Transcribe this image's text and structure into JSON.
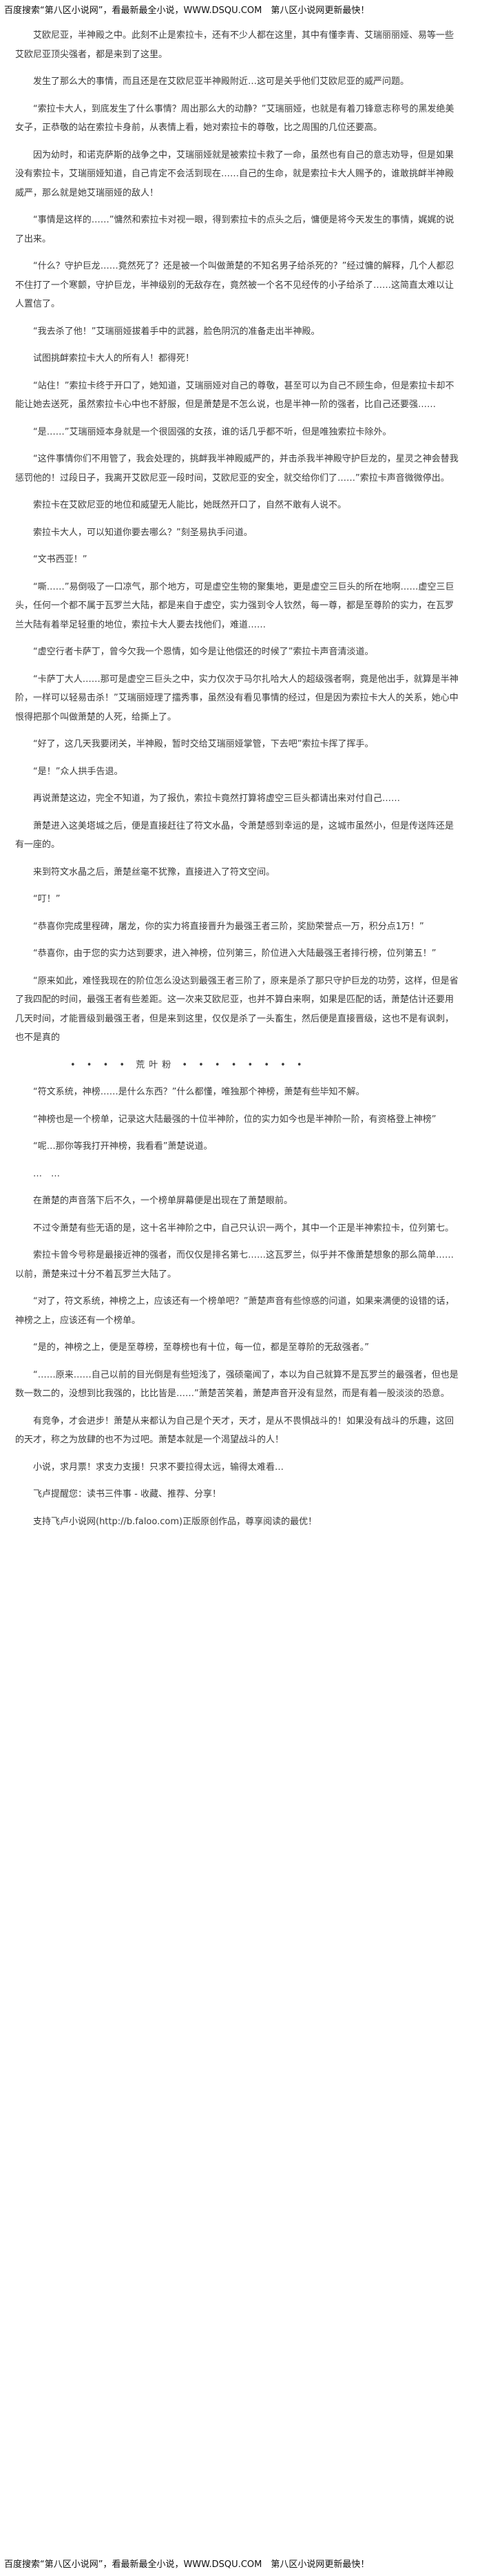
{
  "header": {
    "promo": "百度搜索“第八区小说网”，看最新最全小说，WWW.DSQU.COM　第八区小说网更新最快！"
  },
  "chapter": {
    "paragraphs": [
      "艾欧尼亚，半神殿之中。此刻不止是索拉卡，还有不少人都在这里，其中有懂李青、艾瑞丽丽娅、易等一些艾欧尼亚顶尖强者，都是来到了这里。",
      "发生了那么大的事情，而且还是在艾欧尼亚半神殿附近…这可是关乎他们艾欧尼亚的威严问题。",
      "“索拉卡大人，到底发生了什么事情？周出那么大的动静？”艾瑞丽娅，也就是有着刀锋意志称号的黑发绝美女子，正恭敬的站在索拉卡身前，从表情上看，她对索拉卡的尊敬，比之周围的几位还要高。",
      "因为幼时，和诺克萨斯的战争之中，艾瑞丽娅就是被索拉卡救了一命，虽然也有自己的意志劝导，但是如果没有索拉卡，艾瑞丽娅知道，自己肯定不会活到现在……自己的生命，就是索拉卡大人赐予的，谁敢挑衅半神殿威严，那么就是她艾瑞丽娅的敌人！",
      "“事情是这样的……”慵然和索拉卡对视一眼，得到索拉卡的点头之后，慵便是将今天发生的事情，娓娓的说了出来。",
      "“什么？守护巨龙……竟然死了？还是被一个叫做萧楚的不知名男子给杀死的？”经过慵的解释，几个人都忍不住打了一个寒颤，守护巨龙，半神级别的无敌存在，竟然被一个名不见经传的小子给杀了……这简直太难以让人置信了。",
      "“我去杀了他！”艾瑞丽娅拔着手中的武器，脸色阴沉的准备走出半神殿。",
      "试图挑衅索拉卡大人的所有人！都得死！",
      "“站住！”索拉卡终于开口了，她知道，艾瑞丽娅对自己的尊敬，甚至可以为自己不顾生命，但是索拉卡却不能让她去送死，虽然索拉卡心中也不舒服，但是萧楚是不怎么说，也是半神一阶的强者，比自己还要强……",
      "“是……”艾瑞丽娅本身就是一个很固强的女孩，谁的话几乎都不听，但是唯独索拉卡除外。",
      "“这件事情你们不用管了，我会处理的，挑衅我半神殿威严的，并击杀我半神殿守护巨龙的，星灵之神会替我惩罚他的！过段日子，我离开艾欧尼亚一段时间，艾欧尼亚的安全，就交给你们了……”索拉卡声音微微停出。",
      "索拉卡在艾欧尼亚的地位和威望无人能比，她既然开口了，自然不敢有人说不。",
      "索拉卡大人，可以知道你要去哪么？”刻圣易执手问道。",
      "“文书西亚！”",
      "“嘶……”易倒吸了一口凉气，那个地方，可是虚空生物的聚集地，更是虚空三巨头的所在地啊……虚空三巨头，任何一个都不属于瓦罗兰大陆，都是来自于虚空，实力强到令人钦然，每一尊，都是至尊阶的实力，在瓦罗兰大陆有着举足轻重的地位，索拉卡大人要去找他们，难道……",
      "“虚空行者卡萨丁，曾今欠我一个恩情，如今是让他偿还的时候了”索拉卡声音清淡道。",
      "“卡萨丁大人……那可是虚空三巨头之中，实力仅次于马尔扎哈大人的超级强者啊，竟是他出手，就算是半神阶，一样可以轻易击杀！”艾瑞丽娅理了擂秀事，虽然没有看见事情的经过，但是因为索拉卡大人的关系，她心中恨得把那个叫做萧楚的人死，给撕上了。",
      "“好了，这几天我要闭关，半神殿，暂时交给艾瑞丽娅掌管，下去吧”索拉卡挥了挥手。",
      "“是！”众人拱手告退。",
      "再说萧楚这边，完全不知道，为了报仇，索拉卡竟然打算将虚空三巨头都请出来对付自己……",
      "萧楚进入这美塔城之后，便是直接赶往了符文水晶，令萧楚感到幸运的是，这城市虽然小，但是传送阵还是有一座的。",
      "来到符文水晶之后，萧楚丝毫不犹豫，直接进入了符文空间。",
      "“叮！”",
      "“恭喜你完成里程碑，屠龙，你的实力将直接晋升为最强王者三阶，奖励荣誉点一万，积分点1万！”",
      "“恭喜你，由于您的实力达到要求，进入神榜，位列第三，阶位进入大陆最强王者排行榜，位列第五！”",
      "“原来如此，难怪我现在的阶位怎么没达到最强王者三阶了，原来是杀了那只守护巨龙的功劳，这样，但是省了我四配的时间，最强王者有些差距。这一次来艾欧尼亚，也并不算白来啊，如果是匹配的话，萧楚估计还要用几天时间，才能晋级到最强王者，但是来到这里，仅仅是杀了一头畜生，然后便是直接晋级，这也不是有讽刺，也不是真的",
      "• • • • 荒叶粉 • • • • • • • •",
      "“符文系统，神榜……是什么东西？”什么都懂，唯独那个神榜，萧楚有些毕知不解。",
      "“神榜也是一个榜单，记录这大陆最强的十位半神阶，位的实力如今也是半神阶一阶，有资格登上神榜”",
      "“呢…那你等我打开神榜，我看看”萧楚说道。",
      "…　…",
      "在萧楚的声音落下后不久，一个榜单屏幕便是出现在了萧楚眼前。",
      "不过令萧楚有些无语的是，这十名半神阶之中，自己只认识一两个，其中一个正是半神索拉卡，位列第七。",
      "索拉卡曾今号称是最接近神的强者，而仅仅是排名第七……这瓦罗兰，似乎并不像萧楚想象的那么简单……以前，萧楚来过十分不着瓦罗兰大陆了。",
      "“对了，符文系统，神榜之上，应该还有一个榜单吧？”萧楚声音有些惊惑的问道，如果来满便的设错的话，神榜之上，应该还有一个榜单。",
      "“是的，神榜之上，便是至尊榜，至尊榜也有十位，每一位，都是至尊阶的无敌强者。”",
      "“……原来……自己以前的目光倒是有些短浅了，强硕毫闻了，本以为自己就算不是瓦罗兰的最强者，但也是数一数二的，没想到比我强的，比比皆是……”萧楚苦笑着，萧楚声音开没有显然，而是有着一股淡淡的恐意。",
      "有竞争，才会进步！萧楚从来都认为自己是个天才，天才，是从不畏惧战斗的！如果没有战斗的乐趣，这回的天才，称之为放肆的也不为过吧。萧楚本就是一个渴望战斗的人！",
      "小说，求月票！求支力支援！只求不要拉得太远，输得太难看…",
      "飞卢提醒您：读书三件事 - 收藏、推荐、分享！",
      "支持飞卢小说网(http://b.faloo.com)正版原创作品，尊享阅读的最优！"
    ]
  },
  "footer": {
    "promo": "百度搜索“第八区小说网”，看最新最全小说，WWW.DSQU.COM　第八区小说网更新最快！"
  }
}
